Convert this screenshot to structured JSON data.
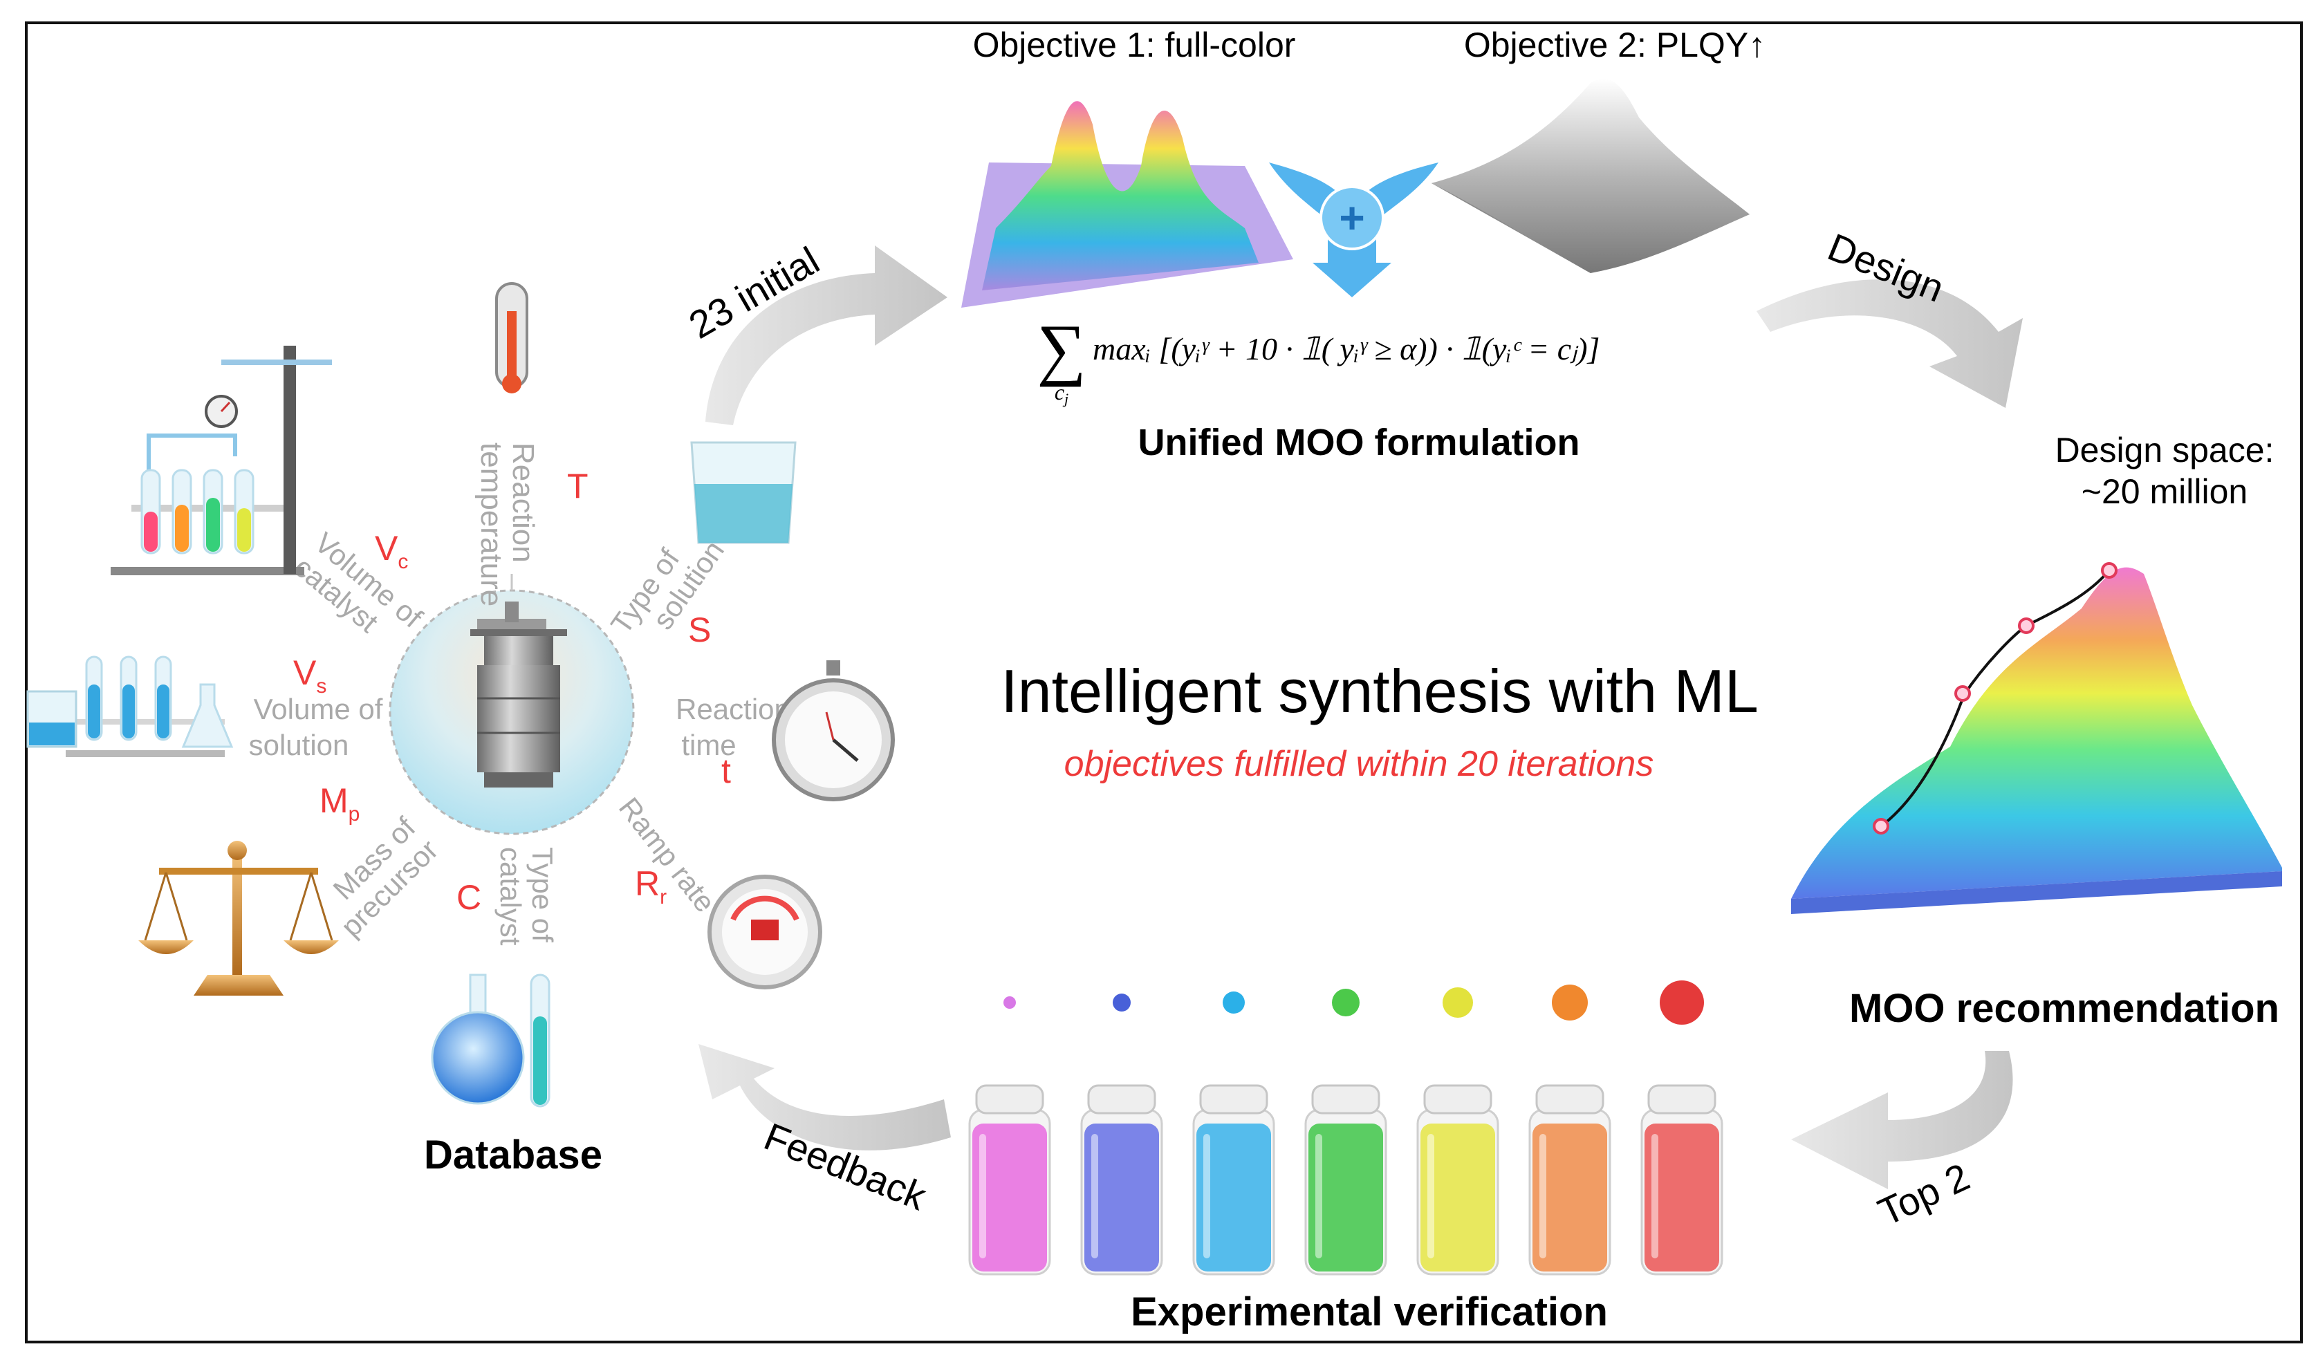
{
  "objectives": {
    "obj1": "Objective 1: full-color",
    "obj2": "Objective 2: PLQY↑",
    "plus": "+"
  },
  "formula": {
    "sum": "∑",
    "sub": "c",
    "sub_j": "j",
    "body": "maxᵢ [(yᵢᵞ + 10 · 𝟙( yᵢᵞ ≥ α)) · 𝟙(yᵢᶜ = cⱼ)]",
    "caption": "Unified MOO formulation"
  },
  "arrows": {
    "initial": "23 initial",
    "design": "Design",
    "top2": "Top 2",
    "feedback": "Feedback"
  },
  "design_space": {
    "line1": "Design space:",
    "line2": "~20 million"
  },
  "center": {
    "title": "Intelligent synthesis with ML",
    "subtitle": "objectives fulfilled within 20 iterations"
  },
  "sections": {
    "moo_recommendation": "MOO recommendation",
    "experimental_verification": "Experimental verification",
    "database": "Database"
  },
  "parameters": [
    {
      "name": "Reaction temperature",
      "line1": "Reaction",
      "line2": "temperature",
      "symbol": "T"
    },
    {
      "name": "Type of solution",
      "line1": "Type of",
      "line2": "solution",
      "symbol": "S"
    },
    {
      "name": "Reaction time",
      "line1": "Reaction",
      "line2": "time",
      "symbol": "t"
    },
    {
      "name": "Ramp rate",
      "line1": "Ramp rate",
      "line2": "",
      "symbol": "R",
      "sub": "r"
    },
    {
      "name": "Type of catalyst",
      "line1": "Type of",
      "line2": "catalyst",
      "symbol": "C"
    },
    {
      "name": "Mass of precursor",
      "line1": "Mass of",
      "line2": "precursor",
      "symbol": "M",
      "sub": "p"
    },
    {
      "name": "Volume of solution",
      "line1": "Volume of",
      "line2": "solution",
      "symbol": "V",
      "sub": "s"
    },
    {
      "name": "Volume of catalyst",
      "line1": "Volume of",
      "line2": "catalyst",
      "symbol": "V",
      "sub": "c"
    }
  ],
  "vial_colors": [
    "#e86fe0",
    "#6a74e6",
    "#3fb4ea",
    "#45c74e",
    "#e6e64a",
    "#f09050",
    "#ec5a5a"
  ],
  "dot_colors": [
    "#d878e6",
    "#4860d8",
    "#2bb0e8",
    "#4cc94a",
    "#e2e23c",
    "#f0882e",
    "#e43a3a"
  ],
  "colors": {
    "accent_red": "#ee3b3b",
    "param_gray": "#a9a9a9",
    "arrow_gray": "#d4d4d4",
    "plus_blue": "#54b4ee"
  }
}
